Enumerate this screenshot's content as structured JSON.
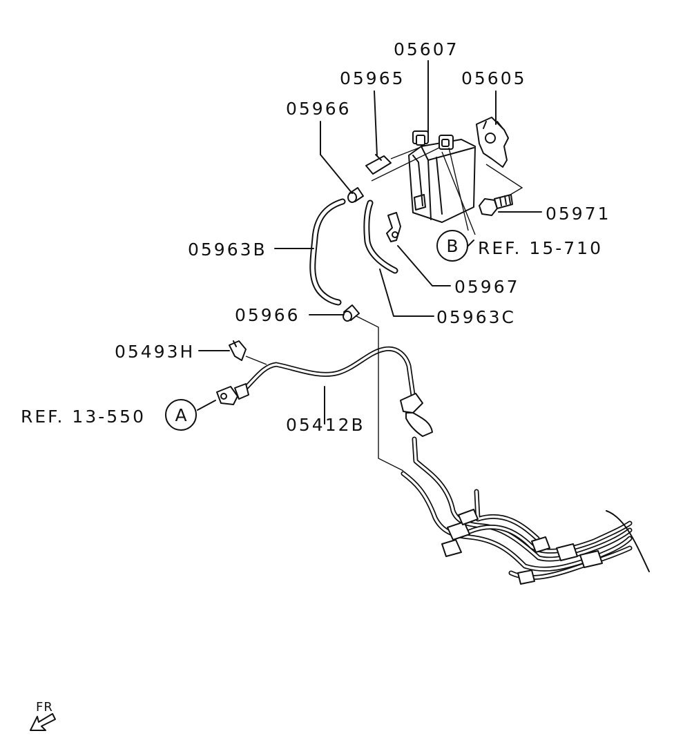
{
  "labels": {
    "p05607": "05607",
    "p05965": "05965",
    "p05605": "05605",
    "p05966_top": "05966",
    "p05971": "05971",
    "p05963B": "05963B",
    "ref_15_710": "REF. 15-710",
    "p05967": "05967",
    "p05966_mid": "05966",
    "p05963C": "05963C",
    "p05493H": "05493H",
    "ref_13_550": "REF. 13-550",
    "p05412B": "05412B",
    "circle_A": "A",
    "circle_B": "B",
    "front_arrow": "FR"
  }
}
